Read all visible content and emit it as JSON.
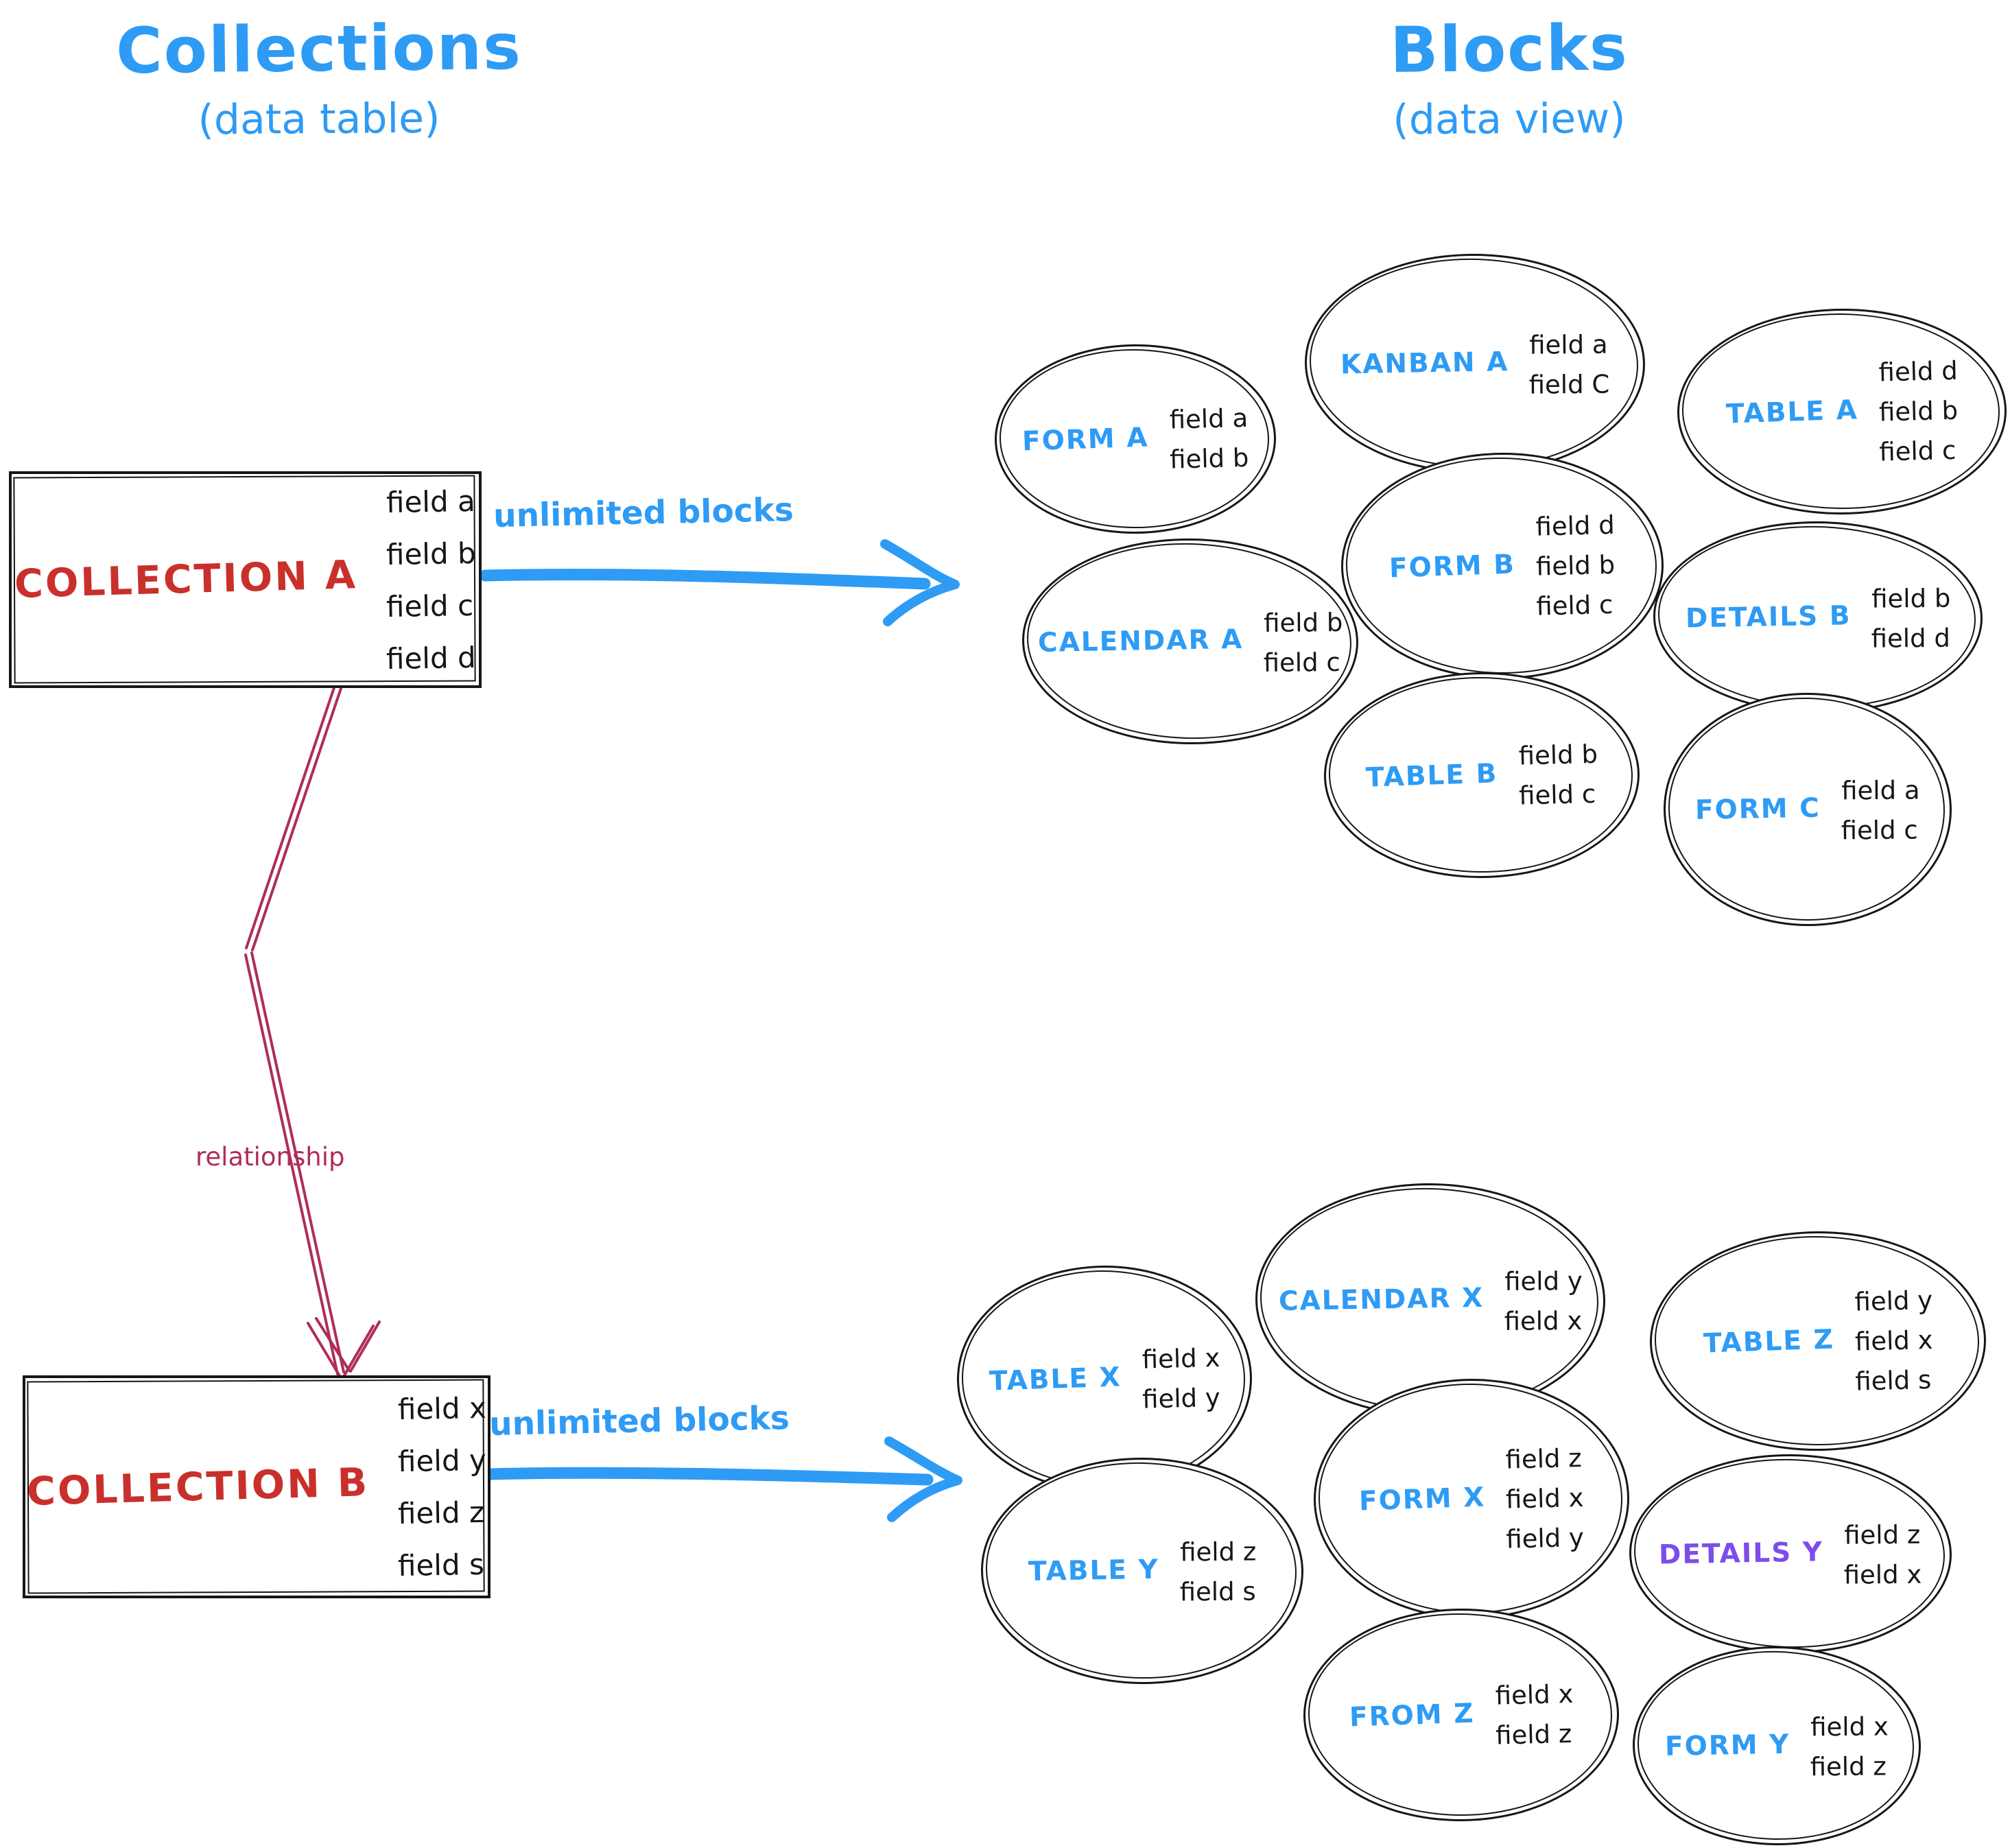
{
  "left_column": {
    "title": "Collections",
    "subtitle": "(data table)",
    "collections": [
      {
        "name": "COLLECTION A",
        "fields": [
          "field a",
          "field b",
          "field c",
          "field d"
        ]
      },
      {
        "name": "COLLECTION B",
        "fields": [
          "field x",
          "field y",
          "field z",
          "field s"
        ]
      }
    ]
  },
  "right_column": {
    "title": "Blocks",
    "subtitle": "(data view)"
  },
  "connectors": {
    "arrow_a_label": "unlimited blocks",
    "arrow_b_label": "unlimited blocks",
    "relationship_label": "relationship"
  },
  "blocks_a": [
    {
      "name": "FORM A",
      "fields": [
        "field a",
        "field b"
      ]
    },
    {
      "name": "KANBAN A",
      "fields": [
        "field a",
        "field C"
      ]
    },
    {
      "name": "TABLE A",
      "fields": [
        "field d",
        "field b",
        "field c"
      ]
    },
    {
      "name": "CALENDAR A",
      "fields": [
        "field b",
        "field c"
      ]
    },
    {
      "name": "FORM B",
      "fields": [
        "field d",
        "field b",
        "field c"
      ]
    },
    {
      "name": "DETAILS B",
      "fields": [
        "field b",
        "field d"
      ]
    },
    {
      "name": "TABLE B",
      "fields": [
        "field b",
        "field c"
      ]
    },
    {
      "name": "FORM C",
      "fields": [
        "field a",
        "field c"
      ]
    }
  ],
  "blocks_b": [
    {
      "name": "TABLE X",
      "fields": [
        "field x",
        "field y"
      ]
    },
    {
      "name": "CALENDAR X",
      "fields": [
        "field y",
        "field x"
      ]
    },
    {
      "name": "TABLE Z",
      "fields": [
        "field y",
        "field x",
        "field s"
      ]
    },
    {
      "name": "TABLE Y",
      "fields": [
        "field z",
        "field s"
      ]
    },
    {
      "name": "FORM X",
      "fields": [
        "field z",
        "field x",
        "field y"
      ]
    },
    {
      "name": "DETAILS Y",
      "fields": [
        "field z",
        "field x"
      ]
    },
    {
      "name": "FROM Z",
      "fields": [
        "field x",
        "field z"
      ]
    },
    {
      "name": "FORM Y",
      "fields": [
        "field x",
        "field z"
      ]
    }
  ],
  "colors": {
    "blue": "#2E9BF5",
    "red": "#C9302C",
    "rose": "#AE2D5C",
    "purple": "#7C4DEA",
    "ink": "#161616"
  }
}
